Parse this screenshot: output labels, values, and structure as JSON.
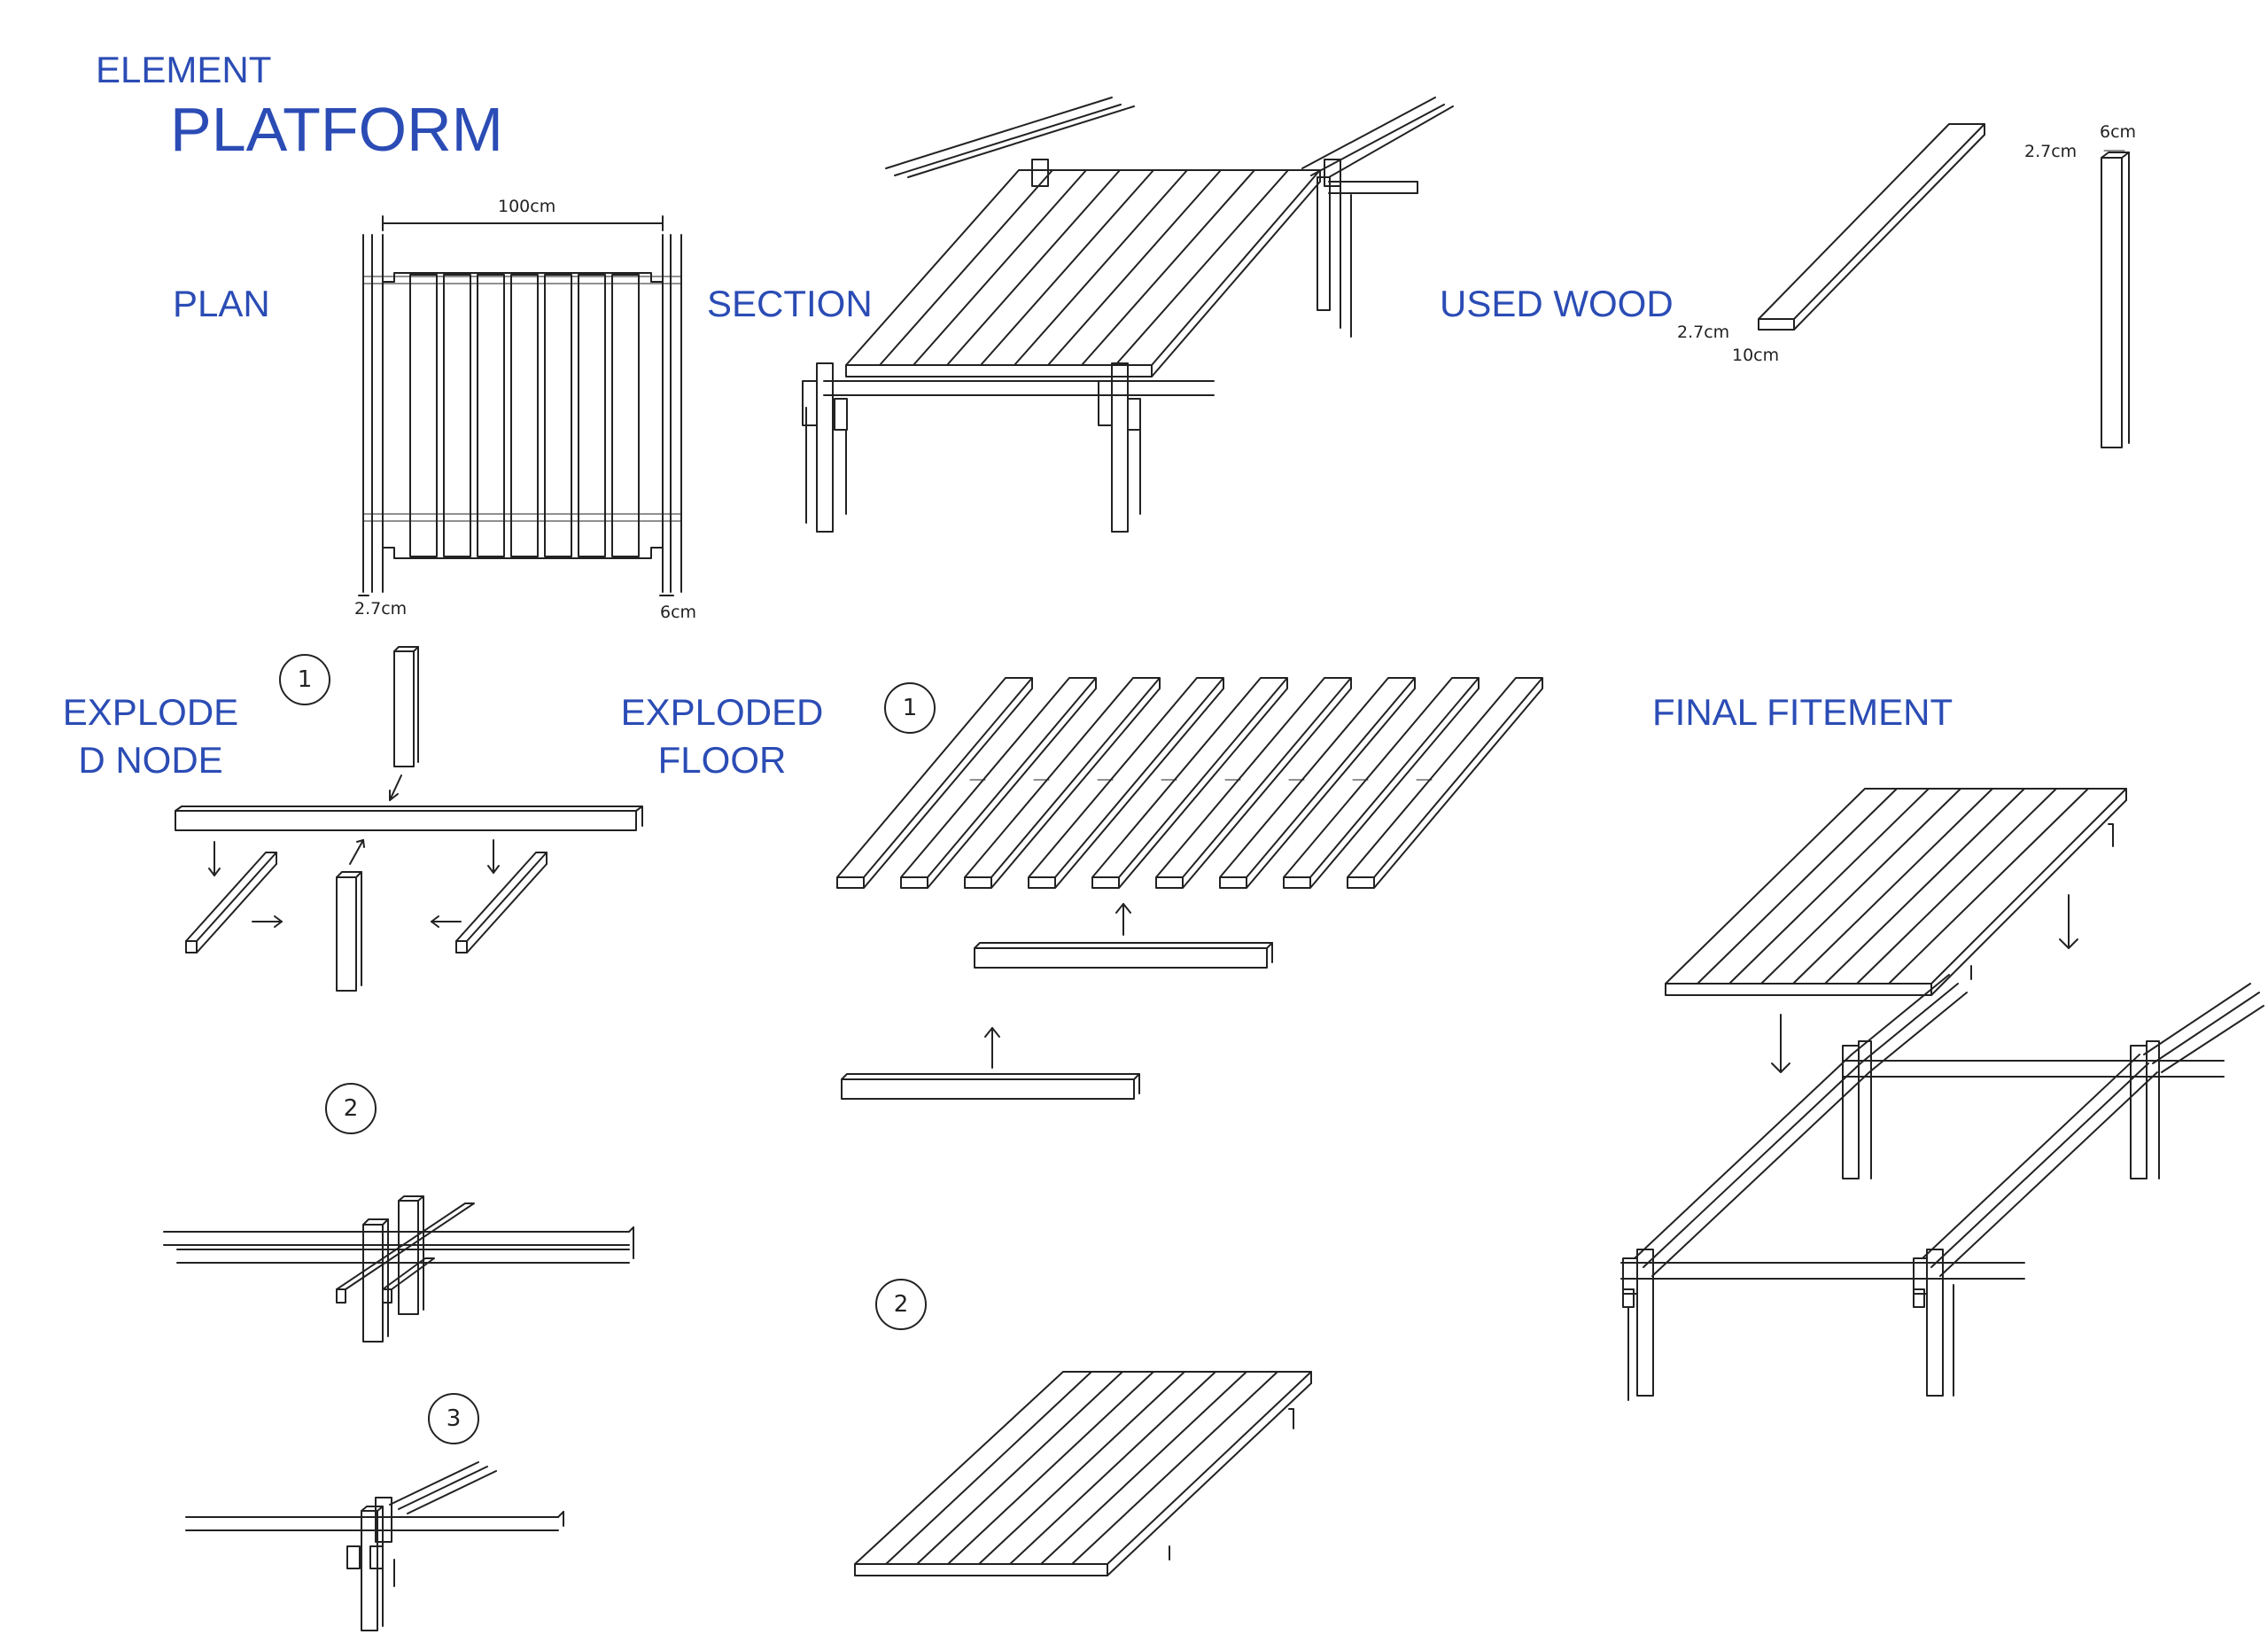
{
  "header": {
    "category": "ELEMENT",
    "title": "PLATFORM"
  },
  "sections": {
    "plan": "PLAN",
    "section": "SECTION",
    "used_wood": "USED WOOD",
    "exploded_node_line1": "EXPLODE",
    "exploded_node_line2": "D NODE",
    "exploded_floor_line1": "EXPLODED",
    "exploded_floor_line2": "FLOOR",
    "final_fitement": "FINAL FITEMENT"
  },
  "dimensions": {
    "plan_width": "100cm",
    "plan_left": "2.7cm",
    "plan_right": "6cm",
    "board_thickness": "2.7cm",
    "board_width": "10cm",
    "post_thickness": "2.7cm",
    "post_width": "6cm"
  },
  "steps": {
    "node_1": "1",
    "node_2": "2",
    "node_3": "3",
    "floor_1": "1",
    "floor_2": "2"
  },
  "colors": {
    "label": "#2b4cb5",
    "ink": "#222222"
  }
}
